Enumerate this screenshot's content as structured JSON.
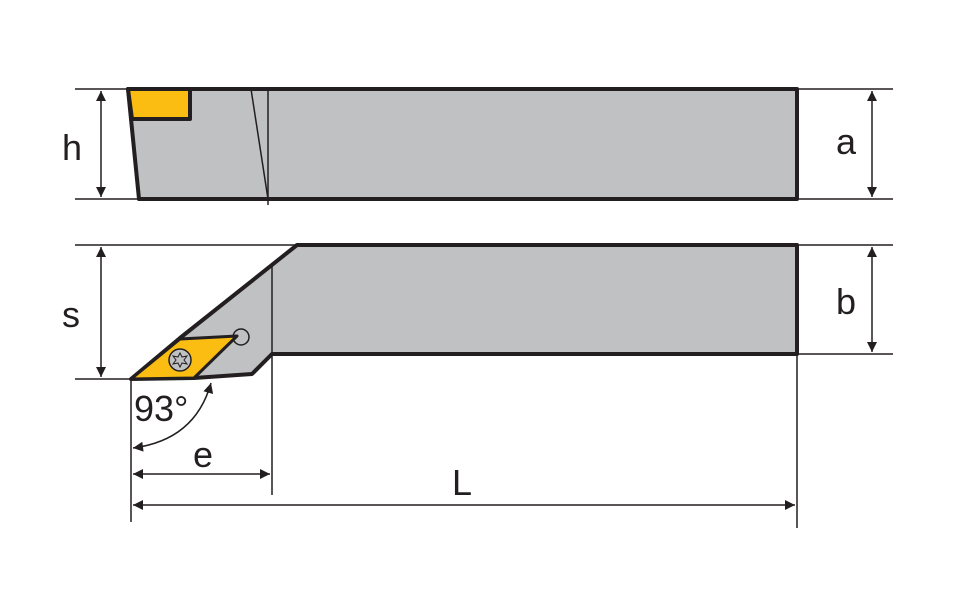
{
  "labels": {
    "h": "h",
    "a": "a",
    "s": "s",
    "b": "b",
    "angle": "93°",
    "e": "e",
    "L": "L"
  },
  "colors": {
    "body": "#c0c1c3",
    "insert": "#fbbd11",
    "outline": "#231f20"
  }
}
